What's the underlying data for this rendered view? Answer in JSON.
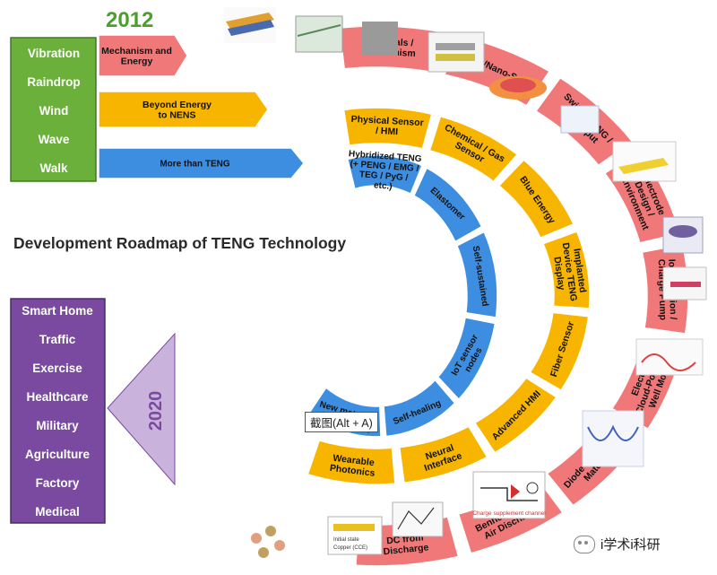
{
  "year_top": "2012",
  "year_bottom": "2020",
  "title": "Development Roadmap of TENG Technology",
  "energy_sources": [
    "Vibration",
    "Raindrop",
    "Wind",
    "Wave",
    "Walk"
  ],
  "applications": [
    "Smart Home",
    "Traffic",
    "Exercise",
    "Healthcare",
    "Military",
    "Agriculture",
    "Factory",
    "Medical"
  ],
  "outer_track": [
    "Mechanism and Energy",
    "Materials / Mechanism",
    "Micro-/Nano-Scale",
    "Switch-TENG / DC output",
    "Electrode Design / Environment",
    "Ion Injection / Charge Pump",
    "Electron Cloud-Potential Well Model",
    "Diode Composite Materials",
    "Bennet Doubler Air Discharge",
    "DC from Discharge"
  ],
  "middle_track": [
    "Beyond Energy to NENS",
    "Physical Sensor / HMI",
    "Chemical / Gas Sensor",
    "Blue Energy",
    "Implanted Device TENG Display",
    "Fiber Sensor",
    "Advanced HMI",
    "Neural Interface",
    "Wearable Photonics"
  ],
  "inner_track": [
    "More than TENG",
    "Hybridized TENG (+ PENG / EMG / TEG / PyG / etc.)",
    "Elastomer",
    "Self-sustained",
    "IoT sensor nodes",
    "Self-healing",
    "New materials (e.g. MXene)"
  ],
  "image_labels": [
    "Charge supplement channel",
    "Initial state",
    "Copper (CCE)"
  ],
  "screenshot_hint": "截图(Alt + A)",
  "watermark": "i学术i科研",
  "colors": {
    "outer": "#f07878",
    "middle": "#f7b500",
    "inner": "#3d8ee0",
    "source_box": "#6bb03a",
    "app_box": "#7a4aa0",
    "title": "#2a2a2a",
    "year_green": "#4aa02a"
  }
}
